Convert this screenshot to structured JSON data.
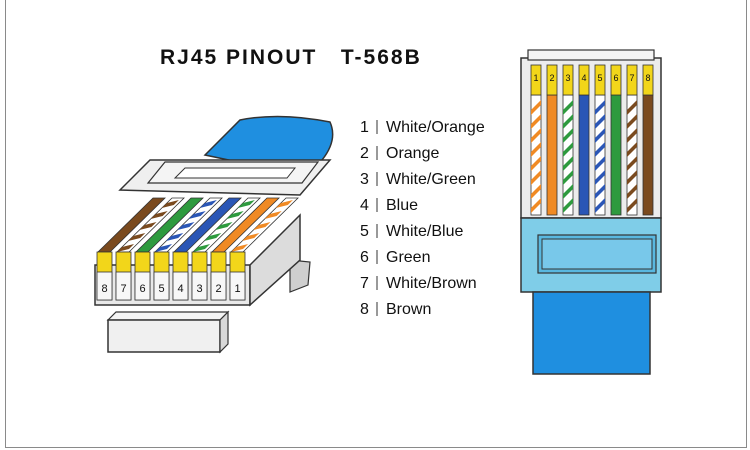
{
  "title": "RJ45 PINOUT   T-568B",
  "pins": [
    {
      "num": "1",
      "label": "White/Orange",
      "color": "#f08a24",
      "striped": true
    },
    {
      "num": "2",
      "label": "Orange",
      "color": "#f08a24",
      "striped": false
    },
    {
      "num": "3",
      "label": "White/Green",
      "color": "#2e9a3e",
      "striped": true
    },
    {
      "num": "4",
      "label": "Blue",
      "color": "#2a56b6",
      "striped": false
    },
    {
      "num": "5",
      "label": "White/Blue",
      "color": "#2a56b6",
      "striped": true
    },
    {
      "num": "6",
      "label": "Green",
      "color": "#2e9a3e",
      "striped": false
    },
    {
      "num": "7",
      "label": "White/Brown",
      "color": "#7a4a1e",
      "striped": true
    },
    {
      "num": "8",
      "label": "Brown",
      "color": "#7a4a1e",
      "striped": false
    }
  ],
  "colors": {
    "contact_gold": "#f2d61a",
    "cable_blue": "#1f8fe0",
    "boot_blue": "#7fcde8",
    "plug_body": "#e9e9e9",
    "outline": "#333333"
  }
}
